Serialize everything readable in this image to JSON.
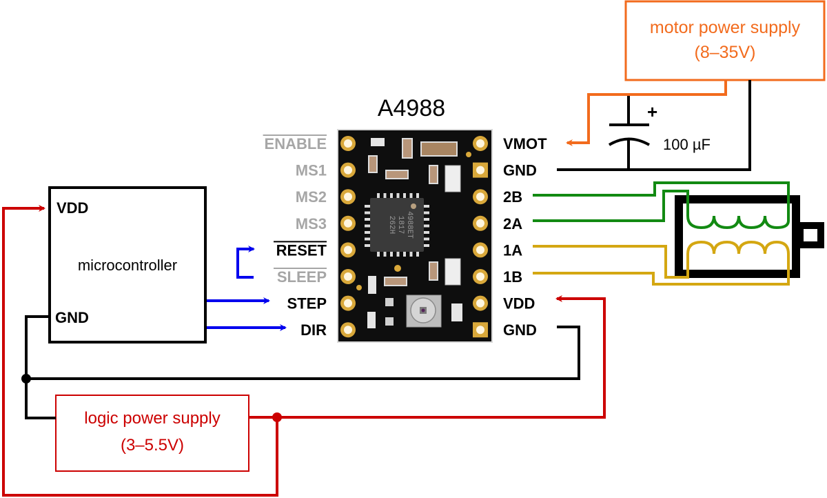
{
  "title": "A4988",
  "colors": {
    "motor_power": "#f26b1d",
    "logic_power": "#cc0000",
    "signal": "#0000ee",
    "coil_2": "#128a12",
    "coil_1": "#d4a712",
    "ground": "#000000",
    "disabled_pin": "#a6a6a6",
    "board": "#0e0e0e",
    "pad": "#d9a83a"
  },
  "left_pins": [
    {
      "label": "ENABLE",
      "overbar": true,
      "connected": false
    },
    {
      "label": "MS1",
      "overbar": false,
      "connected": false
    },
    {
      "label": "MS2",
      "overbar": false,
      "connected": false
    },
    {
      "label": "MS3",
      "overbar": false,
      "connected": false
    },
    {
      "label": "RESET",
      "overbar": true,
      "connected": true
    },
    {
      "label": "SLEEP",
      "overbar": true,
      "connected": false
    },
    {
      "label": "STEP",
      "overbar": false,
      "connected": true
    },
    {
      "label": "DIR",
      "overbar": false,
      "connected": true
    }
  ],
  "right_pins": [
    {
      "label": "VMOT"
    },
    {
      "label": "GND"
    },
    {
      "label": "2B"
    },
    {
      "label": "2A"
    },
    {
      "label": "1A"
    },
    {
      "label": "1B"
    },
    {
      "label": "VDD"
    },
    {
      "label": "GND"
    }
  ],
  "chip_marking": [
    "4988ET",
    "1817",
    "262H"
  ],
  "microcontroller": {
    "name": "microcontroller",
    "vdd_label": "VDD",
    "gnd_label": "GND"
  },
  "motor_supply": {
    "line1": "motor power supply",
    "line2": "(8–35V)"
  },
  "logic_supply": {
    "line1": "logic power supply",
    "line2": "(3–5.5V)"
  },
  "capacitor": {
    "value": "100 µF",
    "polarity": "+"
  }
}
